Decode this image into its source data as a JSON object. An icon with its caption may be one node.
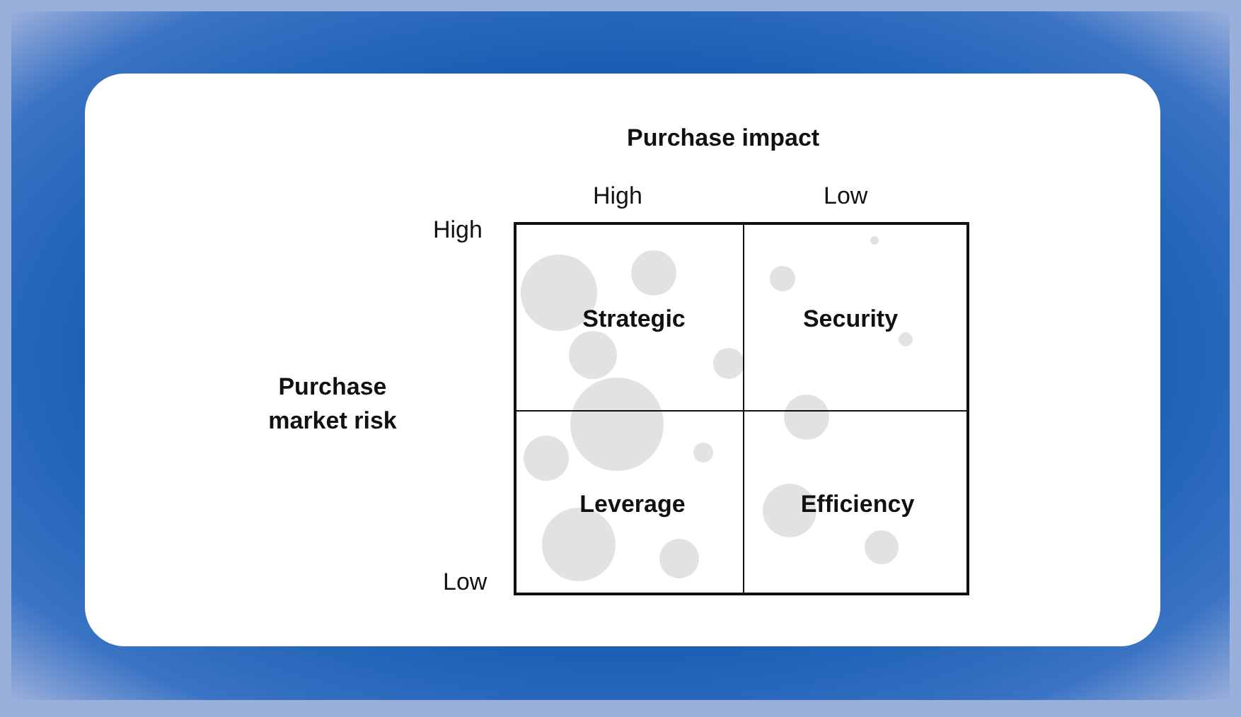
{
  "diagram": {
    "nodes": [
      {
        "text": [
          "Strategic"
        ]
      },
      {
        "text": [
          "Security"
        ]
      },
      {
        "text": [
          "Leverage"
        ]
      },
      {
        "text": [
          "Efficiency"
        ]
      }
    ],
    "edges": [],
    "labels": [
      "Purchase impact",
      "High",
      "Low",
      "High",
      "Low",
      "Purchase market risk"
    ]
  }
}
